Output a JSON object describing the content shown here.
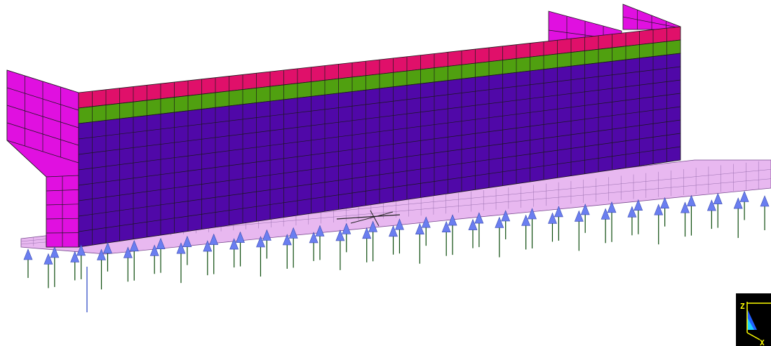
{
  "viewport": {
    "background": "#ffffff",
    "wall_panels_across": 44,
    "wall_rows": 10,
    "wing_columns": 4,
    "support_count": 56
  },
  "colors": {
    "wing_wall": "#e010e0",
    "top_band": "#e0106a",
    "middle_band": "#50a010",
    "wall_body": "#5008a8",
    "base_slab": "#e8b8f0",
    "mesh_lines": "#1a1a1a",
    "support_stem": "#0a4a0a",
    "support_arrow": "#6a7ef0"
  },
  "triad": {
    "x_label": "X",
    "z_label": "Z",
    "x_color": "#ffff00",
    "z_color": "#ffff00"
  }
}
